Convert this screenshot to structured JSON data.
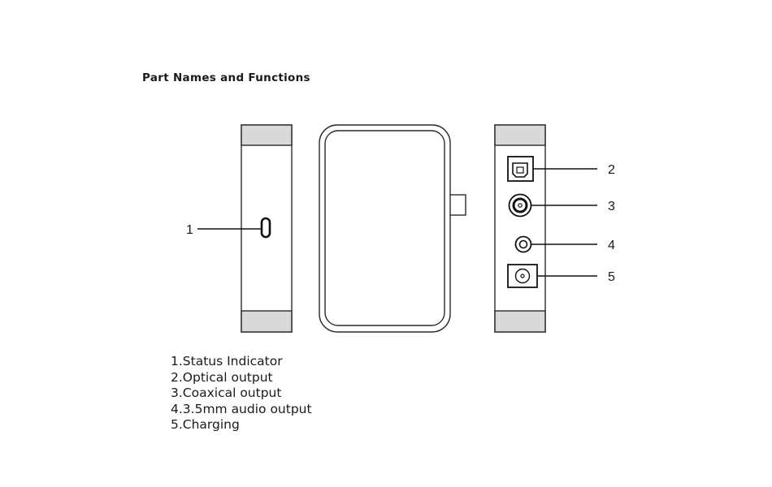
{
  "title": "Part Names and Functions",
  "callouts": {
    "c1": "1",
    "c2": "2",
    "c3": "3",
    "c4": "4",
    "c5": "5"
  },
  "legend": [
    "1.Status Indicator",
    "2.Optical output",
    "3.Coaxical output",
    "4.3.5mm audio output",
    "5.Charging"
  ],
  "colors": {
    "stroke": "#2a2a2a",
    "band": "#d9d9d9",
    "text": "#1a1a1a"
  }
}
